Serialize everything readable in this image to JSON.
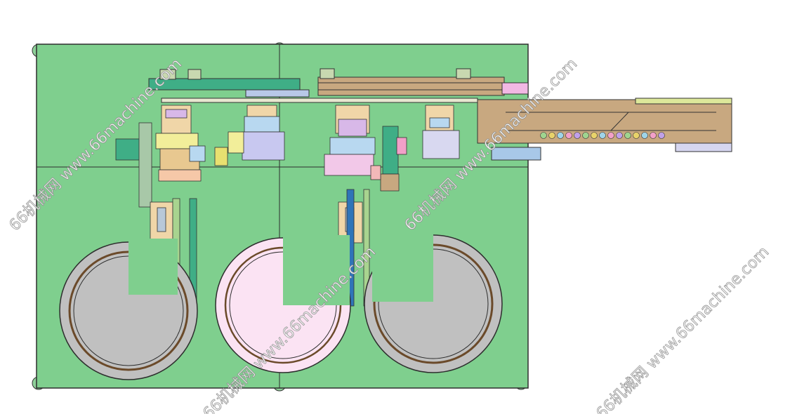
{
  "watermarks": [
    {
      "text": "66机械网 www.66machine.com"
    },
    {
      "text": "66机械网 www.66machine.com"
    },
    {
      "text": "66机械网 www.66machine.com"
    },
    {
      "text": "66机械网 www.66machine.com"
    }
  ],
  "colors": {
    "base_plate": "#7fcf8e",
    "bowl_gray": "#c0c0c0",
    "bowl_pink": "#fbe3f3",
    "rail_tan": "#c8a880",
    "rail_green": "#3fae86",
    "feeder_blue": "#2f74b8",
    "outline": "#3a3a3a"
  }
}
